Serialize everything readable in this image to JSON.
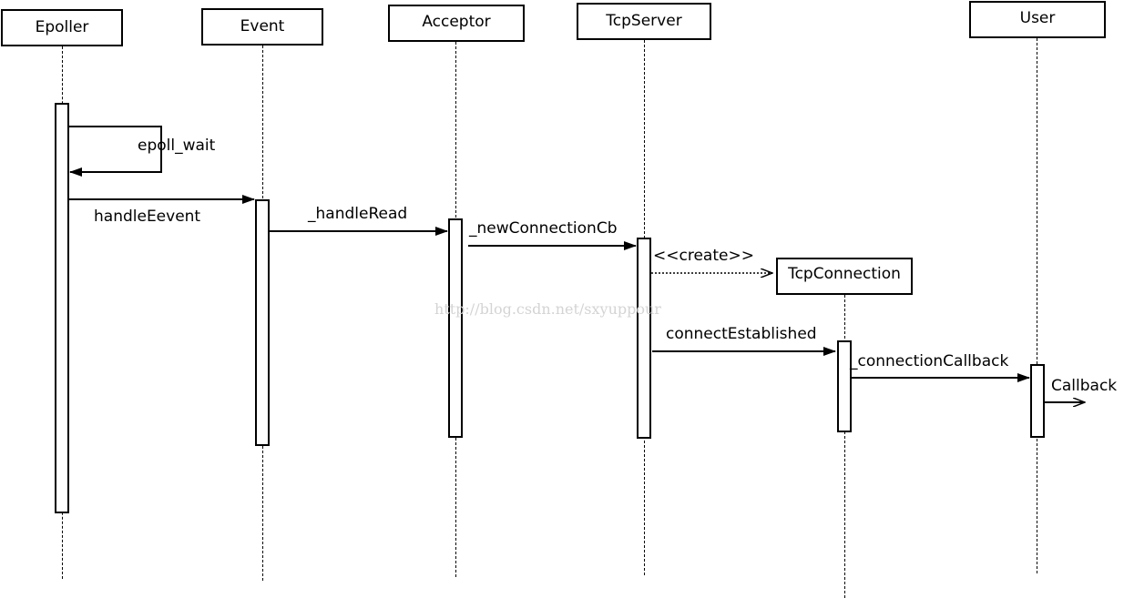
{
  "participants": {
    "epoller": "Epoller",
    "event": "Event",
    "acceptor": "Acceptor",
    "tcpserver": "TcpServer",
    "tcpconnection": "TcpConnection",
    "user": "User"
  },
  "messages": {
    "epoll_wait": "epoll_wait",
    "handle_event": "handleEevent",
    "handle_read": "_handleRead",
    "new_connection_cb": "_newConnectionCb",
    "create": "<<create>>",
    "connect_established": "connectEstablished",
    "connection_callback": "_connectionCallback",
    "callback": "Callback"
  },
  "watermark": "http://blog.csdn.net/sxyuppour"
}
